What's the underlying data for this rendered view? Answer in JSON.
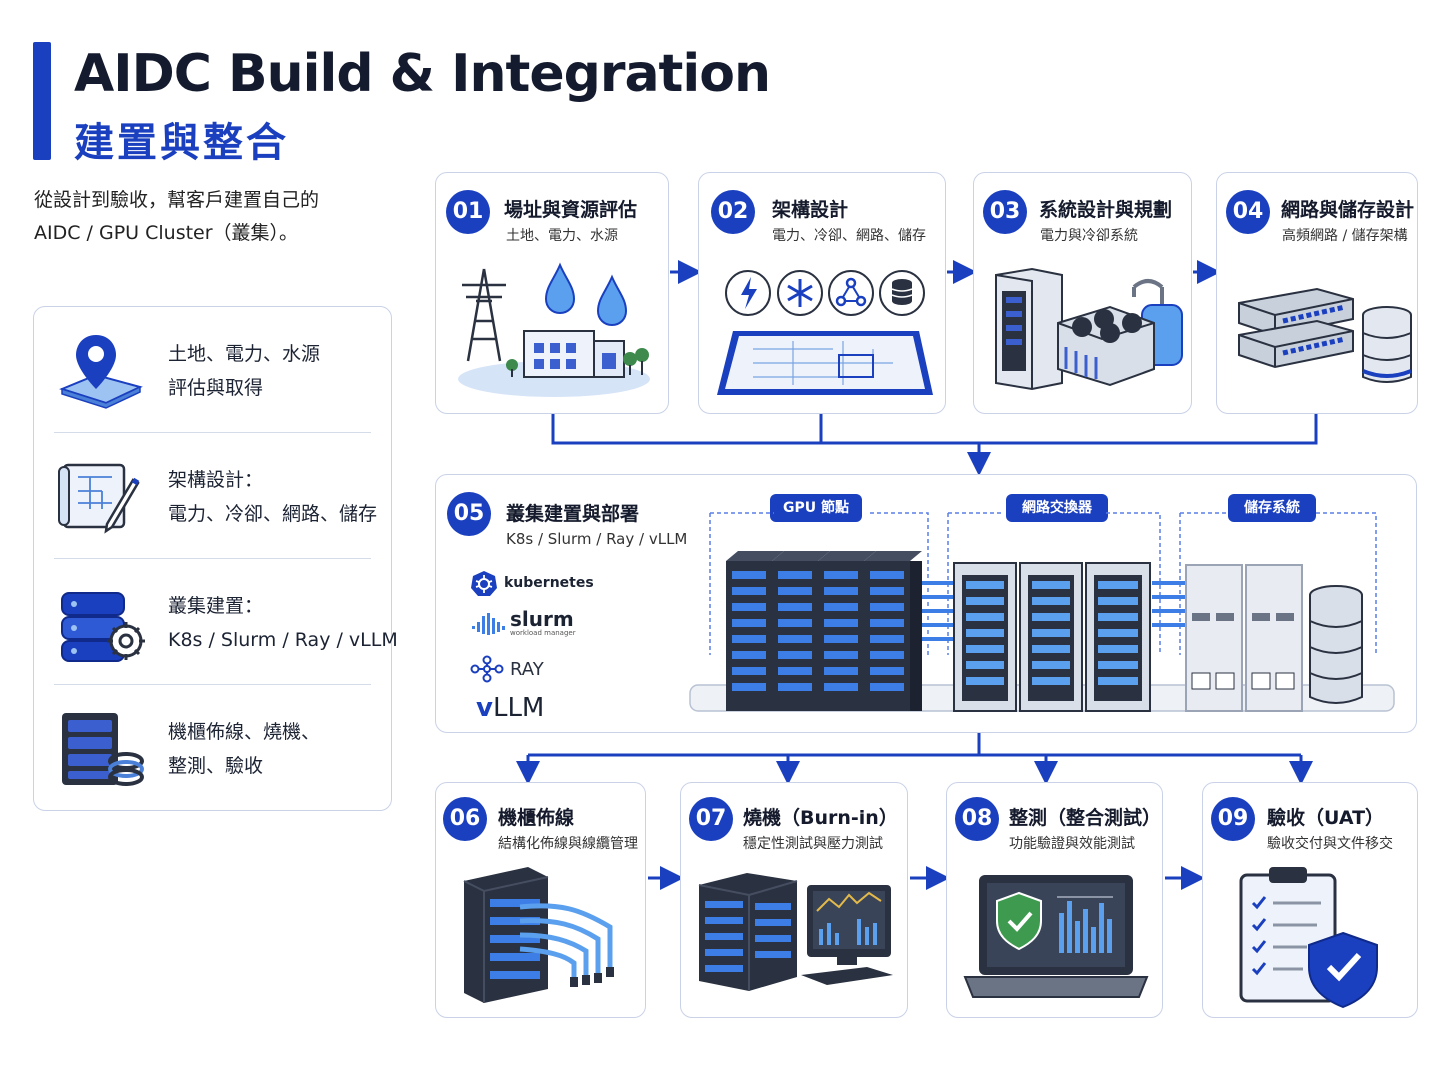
{
  "title_en": "AIDC Build & Integration",
  "title_zh": "建置與整合",
  "subtitle_line1": "從設計到驗收，幫客戶建置自己的",
  "subtitle_line2": "AIDC / GPU Cluster（叢集）。",
  "summary": [
    {
      "icon": "map-pin-icon",
      "line1": "土地、電力、水源",
      "line2": "評估與取得"
    },
    {
      "icon": "blueprint-pencil-icon",
      "line1": "架構設計：",
      "line2": "電力、冷卻、網路、儲存"
    },
    {
      "icon": "database-gear-icon",
      "line1": "叢集建置：",
      "line2": "K8s / Slurm / Ray / vLLM"
    },
    {
      "icon": "rack-cable-icon",
      "line1": "機櫃佈線、燒機、",
      "line2": "整測、驗收"
    }
  ],
  "steps": [
    {
      "num": "01",
      "title": "場址與資源評估",
      "sub": "土地、電力、水源"
    },
    {
      "num": "02",
      "title": "架構設計",
      "sub": "電力、冷卻、網路、儲存"
    },
    {
      "num": "03",
      "title": "系統設計與規劃",
      "sub": "電力與冷卻系統"
    },
    {
      "num": "04",
      "title": "網路與儲存設計",
      "sub": "高頻網路 / 儲存架構"
    },
    {
      "num": "05",
      "title": "叢集建置與部署",
      "sub": "K8s / Slurm / Ray / vLLM"
    },
    {
      "num": "06",
      "title": "機櫃佈線",
      "sub": "結構化佈線與線纜管理"
    },
    {
      "num": "07",
      "title": "燒機（Burn-in）",
      "sub": "穩定性測試與壓力測試"
    },
    {
      "num": "08",
      "title": "整測（整合測試）",
      "sub": "功能驗證與效能測試"
    },
    {
      "num": "09",
      "title": "驗收（UAT）",
      "sub": "驗收交付與文件移交"
    }
  ],
  "cluster_tags": {
    "gpu": "GPU 節點",
    "network": "網路交換器",
    "storage": "儲存系統"
  },
  "tools": {
    "kubernetes": "kubernetes",
    "slurm": "slurm",
    "slurm_sub": "workload manager",
    "ray": "RAY",
    "vllm_v": "v",
    "vllm_rest": "LLM"
  },
  "colors": {
    "primary": "#1a3fbf",
    "border": "#c9d2e6",
    "dark": "#2a3140",
    "light_blue": "#5aa0ee"
  }
}
